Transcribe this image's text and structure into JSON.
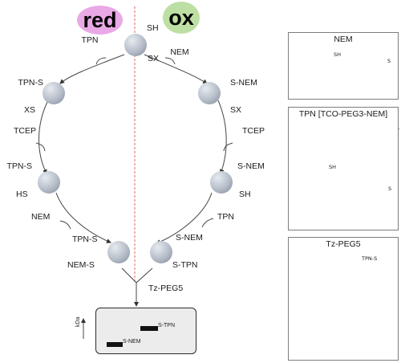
{
  "colors": {
    "red_fill": "#e9a8e6",
    "ox_fill": "#bddfa3",
    "bead_fill": "#b4bcc8",
    "divider": "#d96a6a"
  },
  "states": {
    "red": "red",
    "ox": "ox"
  },
  "top": {
    "sh": "SH",
    "sx": "SX",
    "tpn": "TPN",
    "nem": "NEM"
  },
  "left_chain": {
    "tpn_s_1": "TPN-S",
    "xs": "XS",
    "tcep": "TCEP",
    "tpn_s_2": "TPN-S",
    "hs": "HS",
    "nem": "NEM",
    "tpn_s_3": "TPN-S",
    "nem_s": "NEM-S"
  },
  "right_chain": {
    "s_nem_1": "S-NEM",
    "sx": "SX",
    "tcep": "TCEP",
    "s_nem_2": "S-NEM",
    "sh": "SH",
    "tpn": "TPN",
    "s_nem_3": "S-NEM",
    "s_tpn": "S-TPN"
  },
  "merge_reagent": "Tz-PEG5",
  "gel": {
    "axis_label": "kDa",
    "upper_band": "S-TPN",
    "lower_band": "S-NEM"
  },
  "panels": {
    "nem": {
      "title": "NEM",
      "thiol": "SH",
      "product_s": "S"
    },
    "tpn": {
      "title": "TPN [TCO-PEG3-NEM]",
      "thiol": "SH",
      "product_s": "S"
    },
    "tz": {
      "title": "Tz-PEG5",
      "reagent": "TPN-S"
    }
  }
}
